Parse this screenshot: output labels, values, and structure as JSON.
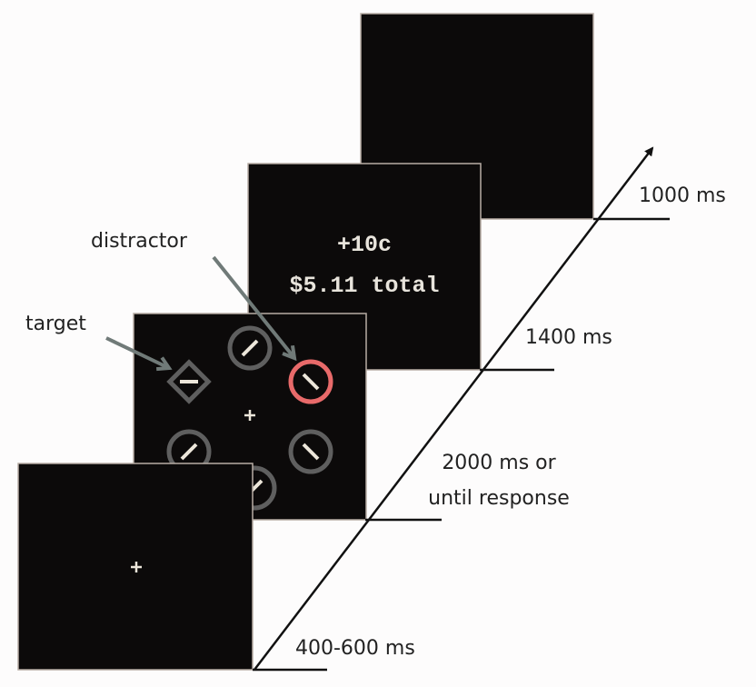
{
  "screens": {
    "feedback": {
      "reward": "+10c",
      "total": "$5.11 total"
    }
  },
  "annotations": {
    "target": "target",
    "distractor": "distractor"
  },
  "timeline": {
    "labels": [
      "400-600 ms",
      "2000 ms or",
      "until response",
      "1400 ms",
      "1000 ms"
    ]
  },
  "colors": {
    "screen": "#0c0a0a",
    "ring": "#5f5f5f",
    "distractor_ring": "#e86a6a",
    "arrow": "#707a78"
  }
}
